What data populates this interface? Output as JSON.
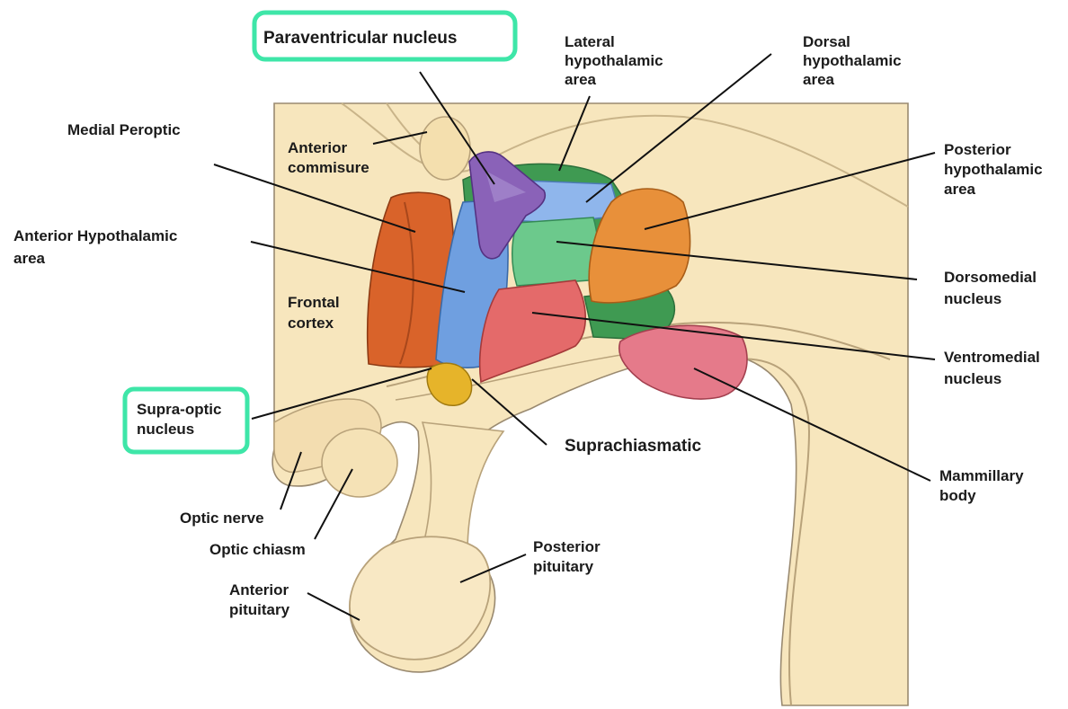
{
  "labels": {
    "paraventricular": "Paraventricular nucleus",
    "lateral": [
      "Lateral",
      "hypothalamic",
      "area"
    ],
    "dorsal": [
      "Dorsal",
      "hypothalamic",
      "area"
    ],
    "medial_peroptic": "Medial Peroptic",
    "anterior_commisure": [
      "Anterior",
      "commisure"
    ],
    "posterior_hypothalamic": [
      "Posterior",
      "hypothalamic",
      "area"
    ],
    "anterior_hypothalamic": [
      "Anterior Hypothalamic",
      "area"
    ],
    "dorsomedial": [
      "Dorsomedial",
      "nucleus"
    ],
    "frontal_cortex": [
      "Frontal",
      "cortex"
    ],
    "ventromedial": [
      "Ventromedial",
      "nucleus"
    ],
    "supra_optic": [
      "Supra-optic",
      "nucleus"
    ],
    "suprachiasmatic": "Suprachiasmatic",
    "mammillary": [
      "Mammillary",
      "body"
    ],
    "optic_nerve": "Optic nerve",
    "optic_chiasm": "Optic chiasm",
    "posterior_pituitary": [
      "Posterior",
      "pituitary"
    ],
    "anterior_pituitary": [
      "Anterior",
      "pituitary"
    ]
  },
  "colors": {
    "tissue": "#f7e6bd",
    "tissue_shadow": "#ead2a0",
    "highlight_box": "#3ee6a8",
    "paraventricular": "#8a62b8",
    "anterior_hypothalamic": "#6f9fe0",
    "lateral_hypothalamic": "#3f9a52",
    "dorsal_hypothalamic": "#8fb6ec",
    "dorsomedial": "#6cc98c",
    "ventromedial": "#e46a6a",
    "posterior_hypothalamic": "#e8903a",
    "medial_preoptic": "#d9632a",
    "suprachiasmatic": "#e6b42a",
    "mammillary": "#e57a8a"
  }
}
